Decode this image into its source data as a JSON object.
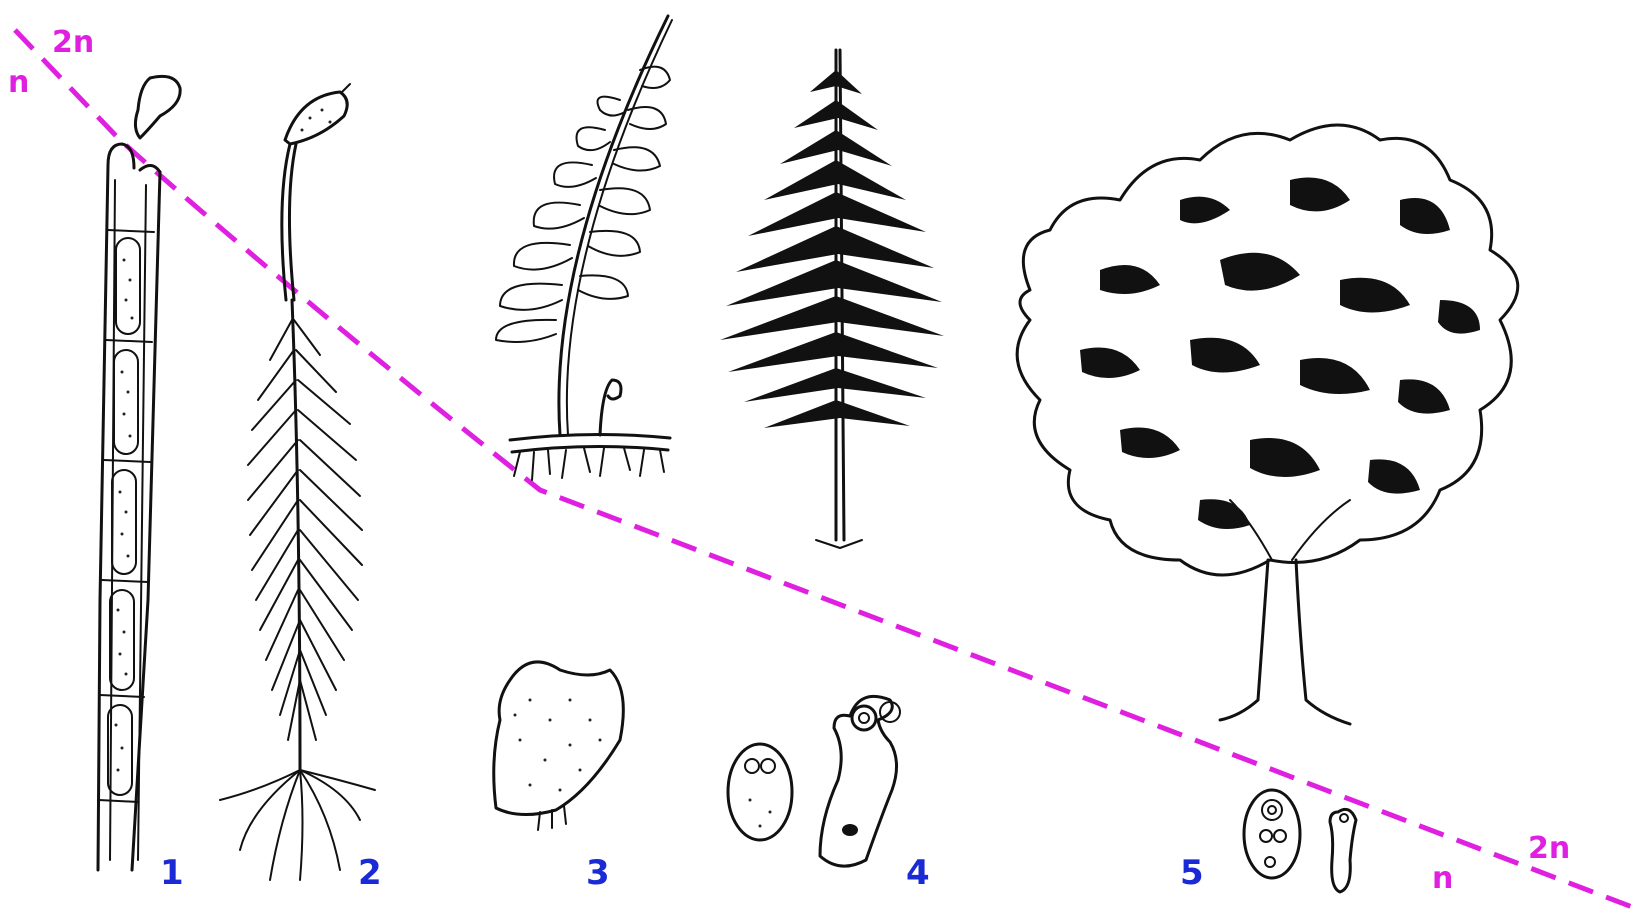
{
  "colors": {
    "number_label": "#1a2bd6",
    "divider_line": "#e020e0",
    "ink": "#111111"
  },
  "divider": {
    "upper_label": "2n",
    "lower_label": "n"
  },
  "organisms": [
    {
      "number": "1",
      "icon": "green-alga-filament-icon"
    },
    {
      "number": "2",
      "icon": "moss-plant-icon"
    },
    {
      "number": "3",
      "icon": "fern-icon"
    },
    {
      "number": "4",
      "icon": "conifer-tree-icon"
    },
    {
      "number": "5",
      "icon": "broadleaf-tree-icon"
    }
  ]
}
